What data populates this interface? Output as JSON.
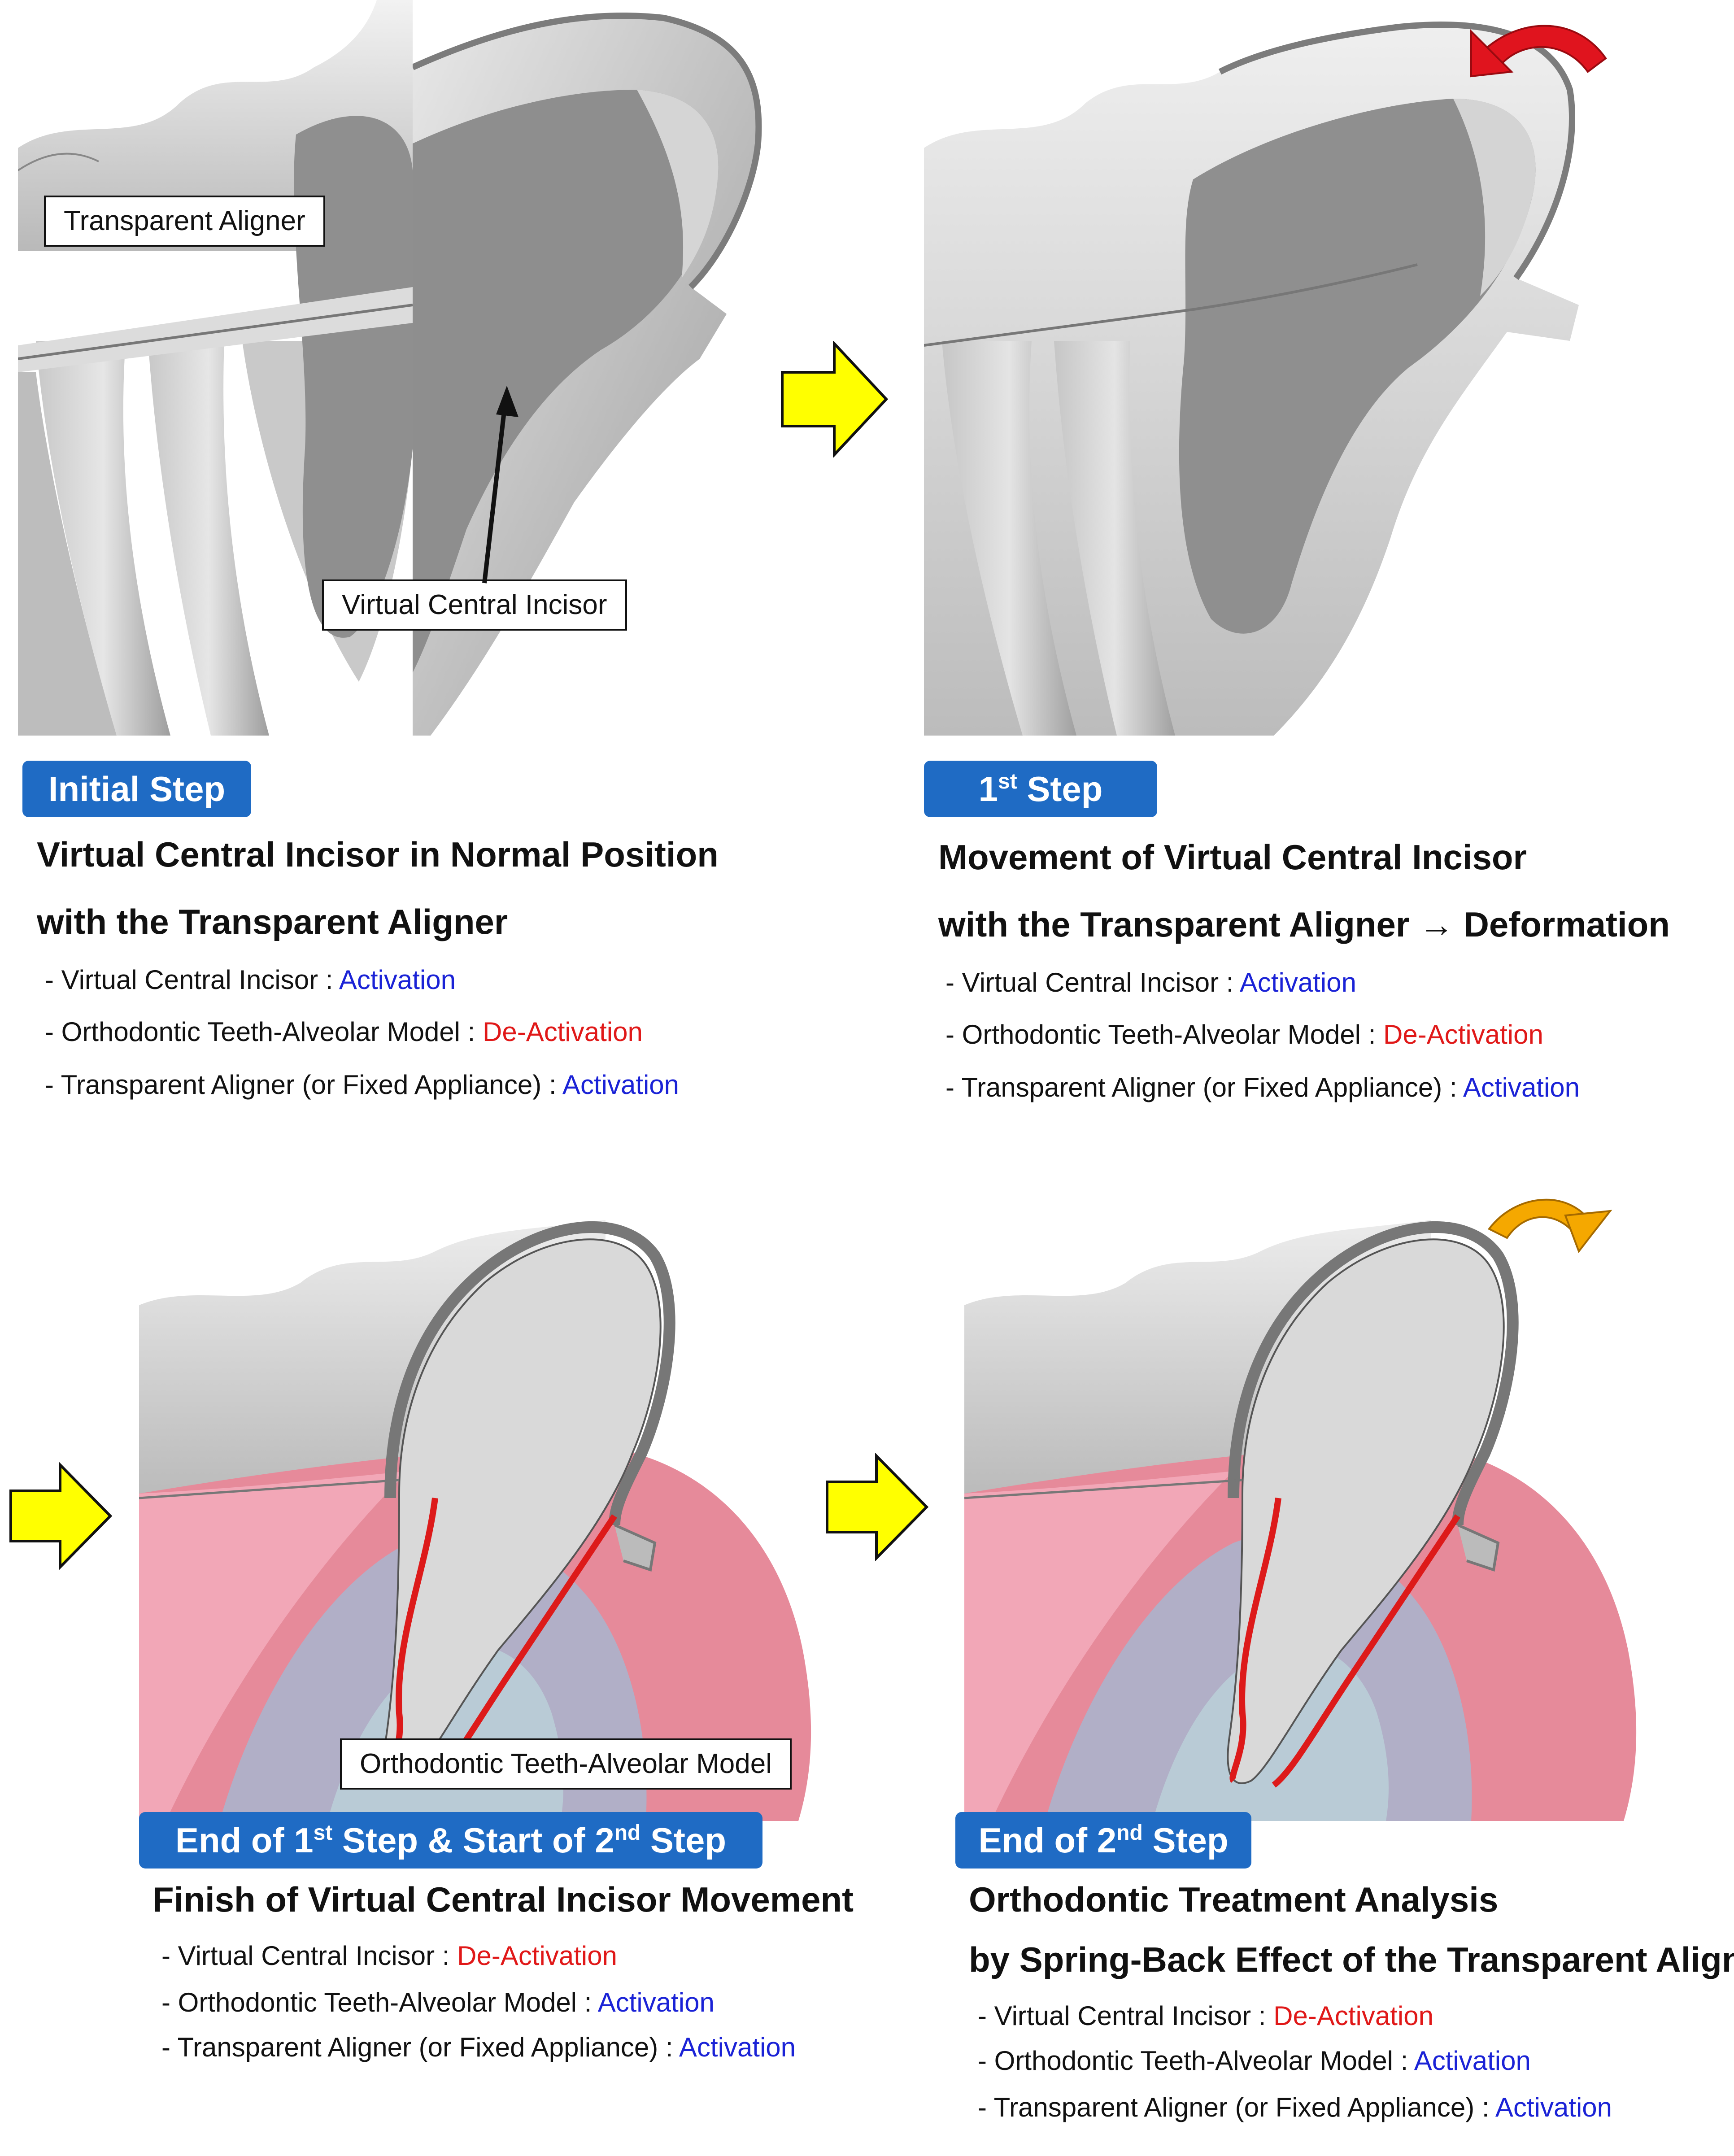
{
  "panels": [
    {
      "id": "initial",
      "badge": [
        "Initial Step"
      ],
      "headings": [
        "Virtual Central Incisor in Normal Position",
        "with the Transparent Aligner"
      ],
      "items": [
        {
          "label": "- Virtual Central Incisor :",
          "status": "Activation",
          "status_color": "#1a22d6"
        },
        {
          "label": "- Orthodontic Teeth-Alveolar Model :",
          "status": "De-Activation",
          "status_color": "#e01818"
        },
        {
          "label": "- Transparent Aligner (or  Fixed Appliance) :",
          "status": "Activation",
          "status_color": "#1a22d6"
        }
      ],
      "callouts": [
        "Transparent Aligner",
        "Virtual Central Incisor"
      ]
    },
    {
      "id": "first",
      "badge": [
        "1",
        "st",
        " Step"
      ],
      "headings": [
        "Movement of Virtual Central Incisor",
        "with the Transparent Aligner → Deformation"
      ],
      "items": [
        {
          "label": "- Virtual Central Incisor :",
          "status": "Activation",
          "status_color": "#1a22d6"
        },
        {
          "label": "- Orthodontic Teeth-Alveolar Model :",
          "status": "De-Activation",
          "status_color": "#e01818"
        },
        {
          "label": "- Transparent Aligner (or  Fixed Appliance) :",
          "status": "Activation",
          "status_color": "#1a22d6"
        }
      ]
    },
    {
      "id": "end-first",
      "badge": [
        "End of 1",
        "st",
        " Step & Start of 2",
        "nd",
        " Step"
      ],
      "headings": [
        "Finish of Virtual Central Incisor Movement"
      ],
      "items": [
        {
          "label": "- Virtual Central Incisor :",
          "status": "De-Activation",
          "status_color": "#e01818"
        },
        {
          "label": "- Orthodontic Teeth-Alveolar Model :",
          "status": "Activation",
          "status_color": "#1a22d6"
        },
        {
          "label": "- Transparent Aligner (or  Fixed Appliance) :",
          "status": "Activation",
          "status_color": "#1a22d6"
        }
      ],
      "callouts": [
        "Orthodontic Teeth-Alveolar Model"
      ]
    },
    {
      "id": "end-second",
      "badge": [
        "End of 2",
        "nd",
        " Step"
      ],
      "headings": [
        "Orthodontic Treatment Analysis",
        "by Spring-Back Effect of the Transparent Aligner"
      ],
      "items": [
        {
          "label": "- Virtual Central Incisor :",
          "status": "De-Activation",
          "status_color": "#e01818"
        },
        {
          "label": "- Orthodontic Teeth-Alveolar Model :",
          "status": "Activation",
          "status_color": "#1a22d6"
        },
        {
          "label": "- Transparent Aligner (or  Fixed Appliance) :",
          "status": "Activation",
          "status_color": "#1a22d6"
        }
      ]
    }
  ],
  "colors": {
    "badge_bg": "#1f6bc4",
    "activation": "#1a22d6",
    "deactivation": "#e01818",
    "step_arrow": "#ffff00",
    "rotation_arrow_1": "#e0141e",
    "rotation_arrow_2": "#f5a800",
    "incisor_outline": "#dd1a1a",
    "alveolar_pink": "#e68a9a",
    "bone_blue": "#a7b5cf"
  },
  "icons": [
    "step-arrow-icon",
    "rotation-arrow-icon"
  ]
}
